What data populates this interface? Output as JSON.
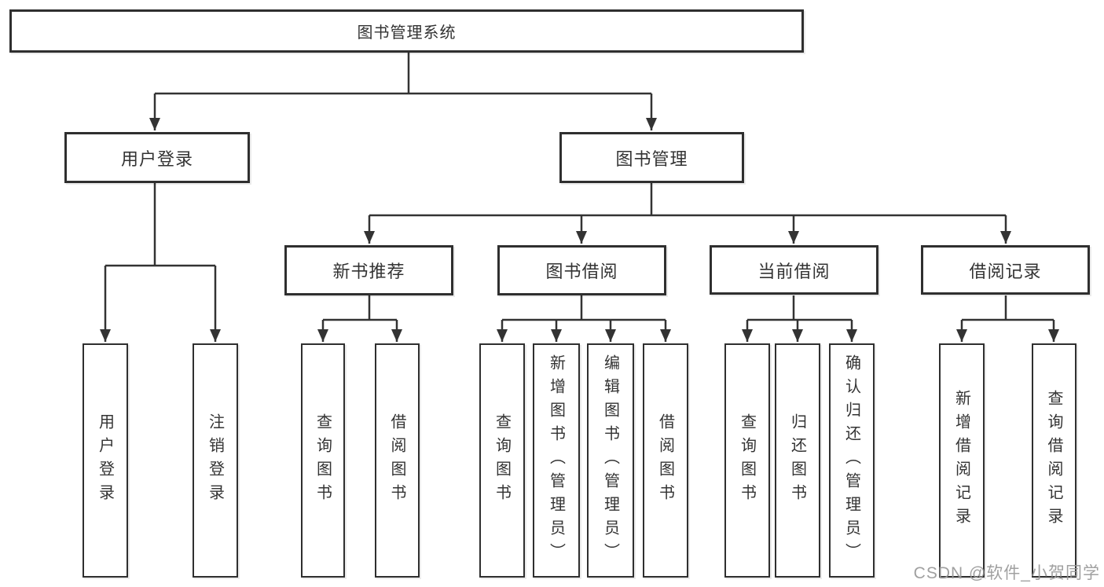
{
  "tree": {
    "label": "图书管理系统",
    "children": [
      {
        "label": "用户登录",
        "children": [
          {
            "label": "用户登录"
          },
          {
            "label": "注销登录"
          }
        ]
      },
      {
        "label": "图书管理",
        "children": [
          {
            "label": "新书推荐",
            "children": [
              {
                "label": "查询图书"
              },
              {
                "label": "借阅图书"
              }
            ]
          },
          {
            "label": "图书借阅",
            "children": [
              {
                "label": "查询图书"
              },
              {
                "label": "新增图书（管理员）"
              },
              {
                "label": "编辑图书（管理员）"
              },
              {
                "label": "借阅图书"
              }
            ]
          },
          {
            "label": "当前借阅",
            "children": [
              {
                "label": "查询图书"
              },
              {
                "label": "归还图书"
              },
              {
                "label": "确认归还（管理员）"
              }
            ]
          },
          {
            "label": "借阅记录",
            "children": [
              {
                "label": "新增借阅记录"
              },
              {
                "label": "查询借阅记录"
              }
            ]
          }
        ]
      }
    ]
  },
  "watermark": {
    "text": "CSDN @软件_小贺同学"
  },
  "colors": {
    "background": "#ffffff",
    "box_border": "#2f2f2f",
    "text": "#333333",
    "connector": "#333333",
    "watermark": "#989898"
  }
}
